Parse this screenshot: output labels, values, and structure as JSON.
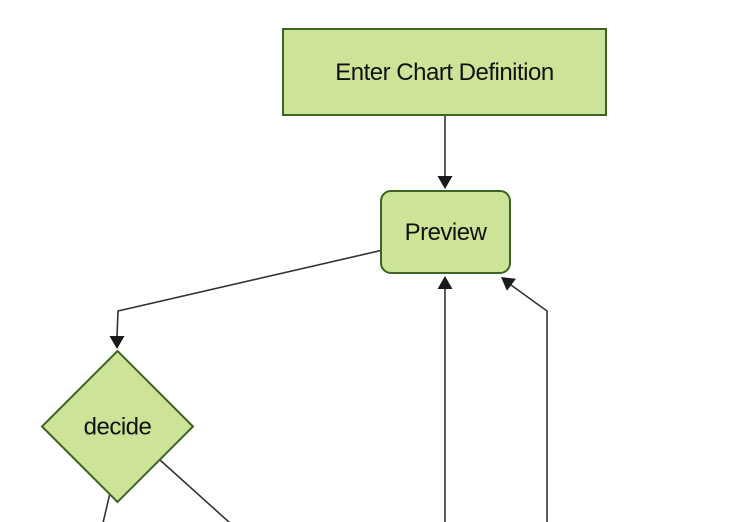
{
  "diagram": {
    "type": "flowchart",
    "direction": "top-down",
    "theme": "forest",
    "colors": {
      "node_fill": "#cde498",
      "node_border": "#3c6323",
      "edge": "#333333",
      "arrow": "#1a1a1a",
      "text": "#111111",
      "bg": "#ffffff"
    },
    "nodes": [
      {
        "id": "enter-chart-definition",
        "shape": "rectangle",
        "label": "Enter Chart Definition"
      },
      {
        "id": "preview",
        "shape": "rounded-rectangle",
        "label": "Preview"
      },
      {
        "id": "decide",
        "shape": "diamond",
        "label": "decide"
      }
    ],
    "edges": [
      {
        "from": "enter-chart-definition",
        "to": "preview",
        "arrow": "arrowhead-down"
      },
      {
        "from": "preview",
        "to": "decide",
        "arrow": "arrowhead-down"
      },
      {
        "from": "decide",
        "to": "offscreen-bottom-left",
        "arrow": "none-visible"
      },
      {
        "from": "decide",
        "to": "offscreen-bottom-right",
        "arrow": "none-visible"
      },
      {
        "from": "offscreen-bottom",
        "to": "preview",
        "arrow": "arrowhead-up"
      },
      {
        "from": "offscreen-bottom-right",
        "to": "preview",
        "arrow": "arrowhead-up-left"
      }
    ]
  }
}
